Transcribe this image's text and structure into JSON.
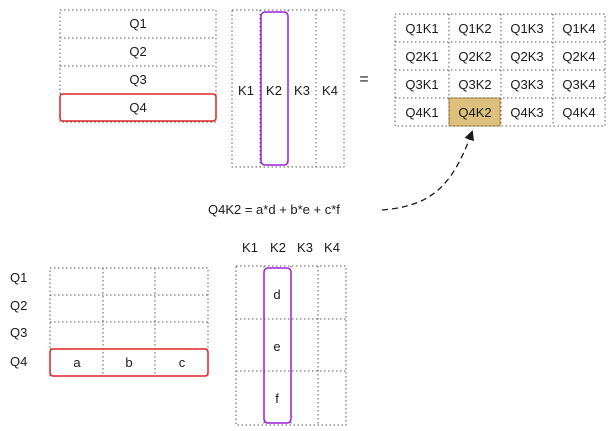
{
  "top": {
    "q_labels": [
      "Q1",
      "Q2",
      "Q3",
      "Q4"
    ],
    "k_labels": [
      "K1",
      "K2",
      "K3",
      "K4"
    ],
    "equals": "=",
    "result": [
      [
        "Q1K1",
        "Q1K2",
        "Q1K3",
        "Q1K4"
      ],
      [
        "Q2K1",
        "Q2K2",
        "Q2K3",
        "Q2K4"
      ],
      [
        "Q3K1",
        "Q3K2",
        "Q3K3",
        "Q3K4"
      ],
      [
        "Q4K1",
        "Q4K2",
        "Q4K3",
        "Q4K4"
      ]
    ],
    "highlight_q_row": 3,
    "highlight_k_col": 1
  },
  "formula": "Q4K2 = a*d + b*e + c*f",
  "bottom": {
    "q_labels": [
      "Q1",
      "Q2",
      "Q3",
      "Q4"
    ],
    "k_labels": [
      "K1",
      "K2",
      "K3",
      "K4"
    ],
    "q4_values": [
      "a",
      "b",
      "c"
    ],
    "k2_values": [
      "d",
      "e",
      "f"
    ]
  },
  "colors": {
    "query_highlight": "#e02424",
    "key_highlight": "#9b1fd8",
    "result_highlight": "#dcc07b",
    "grid": "#5a5a5a"
  }
}
